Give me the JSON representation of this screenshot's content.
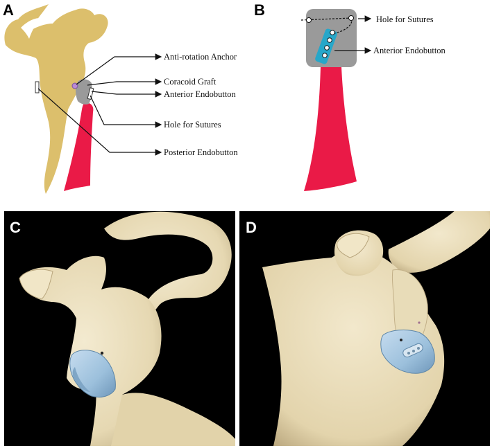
{
  "panels": {
    "a": {
      "letter": "A"
    },
    "b": {
      "letter": "B"
    },
    "c": {
      "letter": "C"
    },
    "d": {
      "letter": "D"
    }
  },
  "labels_a": {
    "anti_rotation_anchor": "Anti-rotation Anchor",
    "coracoid_graft": "Coracoid Graft",
    "anterior_endobutton": "Anterior Endobutton",
    "hole_for_sutures": "Hole for Sutures",
    "posterior_endobutton": "Posterior Endobutton"
  },
  "labels_b": {
    "hole_for_sutures": "Hole for Sutures",
    "anterior_endobutton": "Anterior Endobutton"
  },
  "colors": {
    "scapula": "#dcbf6c",
    "graft": "#9a9a9a",
    "tendon": "#ea1a47",
    "anchor": "#b98ad6",
    "endobutton": "#27a7c9",
    "bone_3d": "#e8dcb8",
    "implant_3d": "#9cc0dc",
    "render_background": "#000000"
  }
}
